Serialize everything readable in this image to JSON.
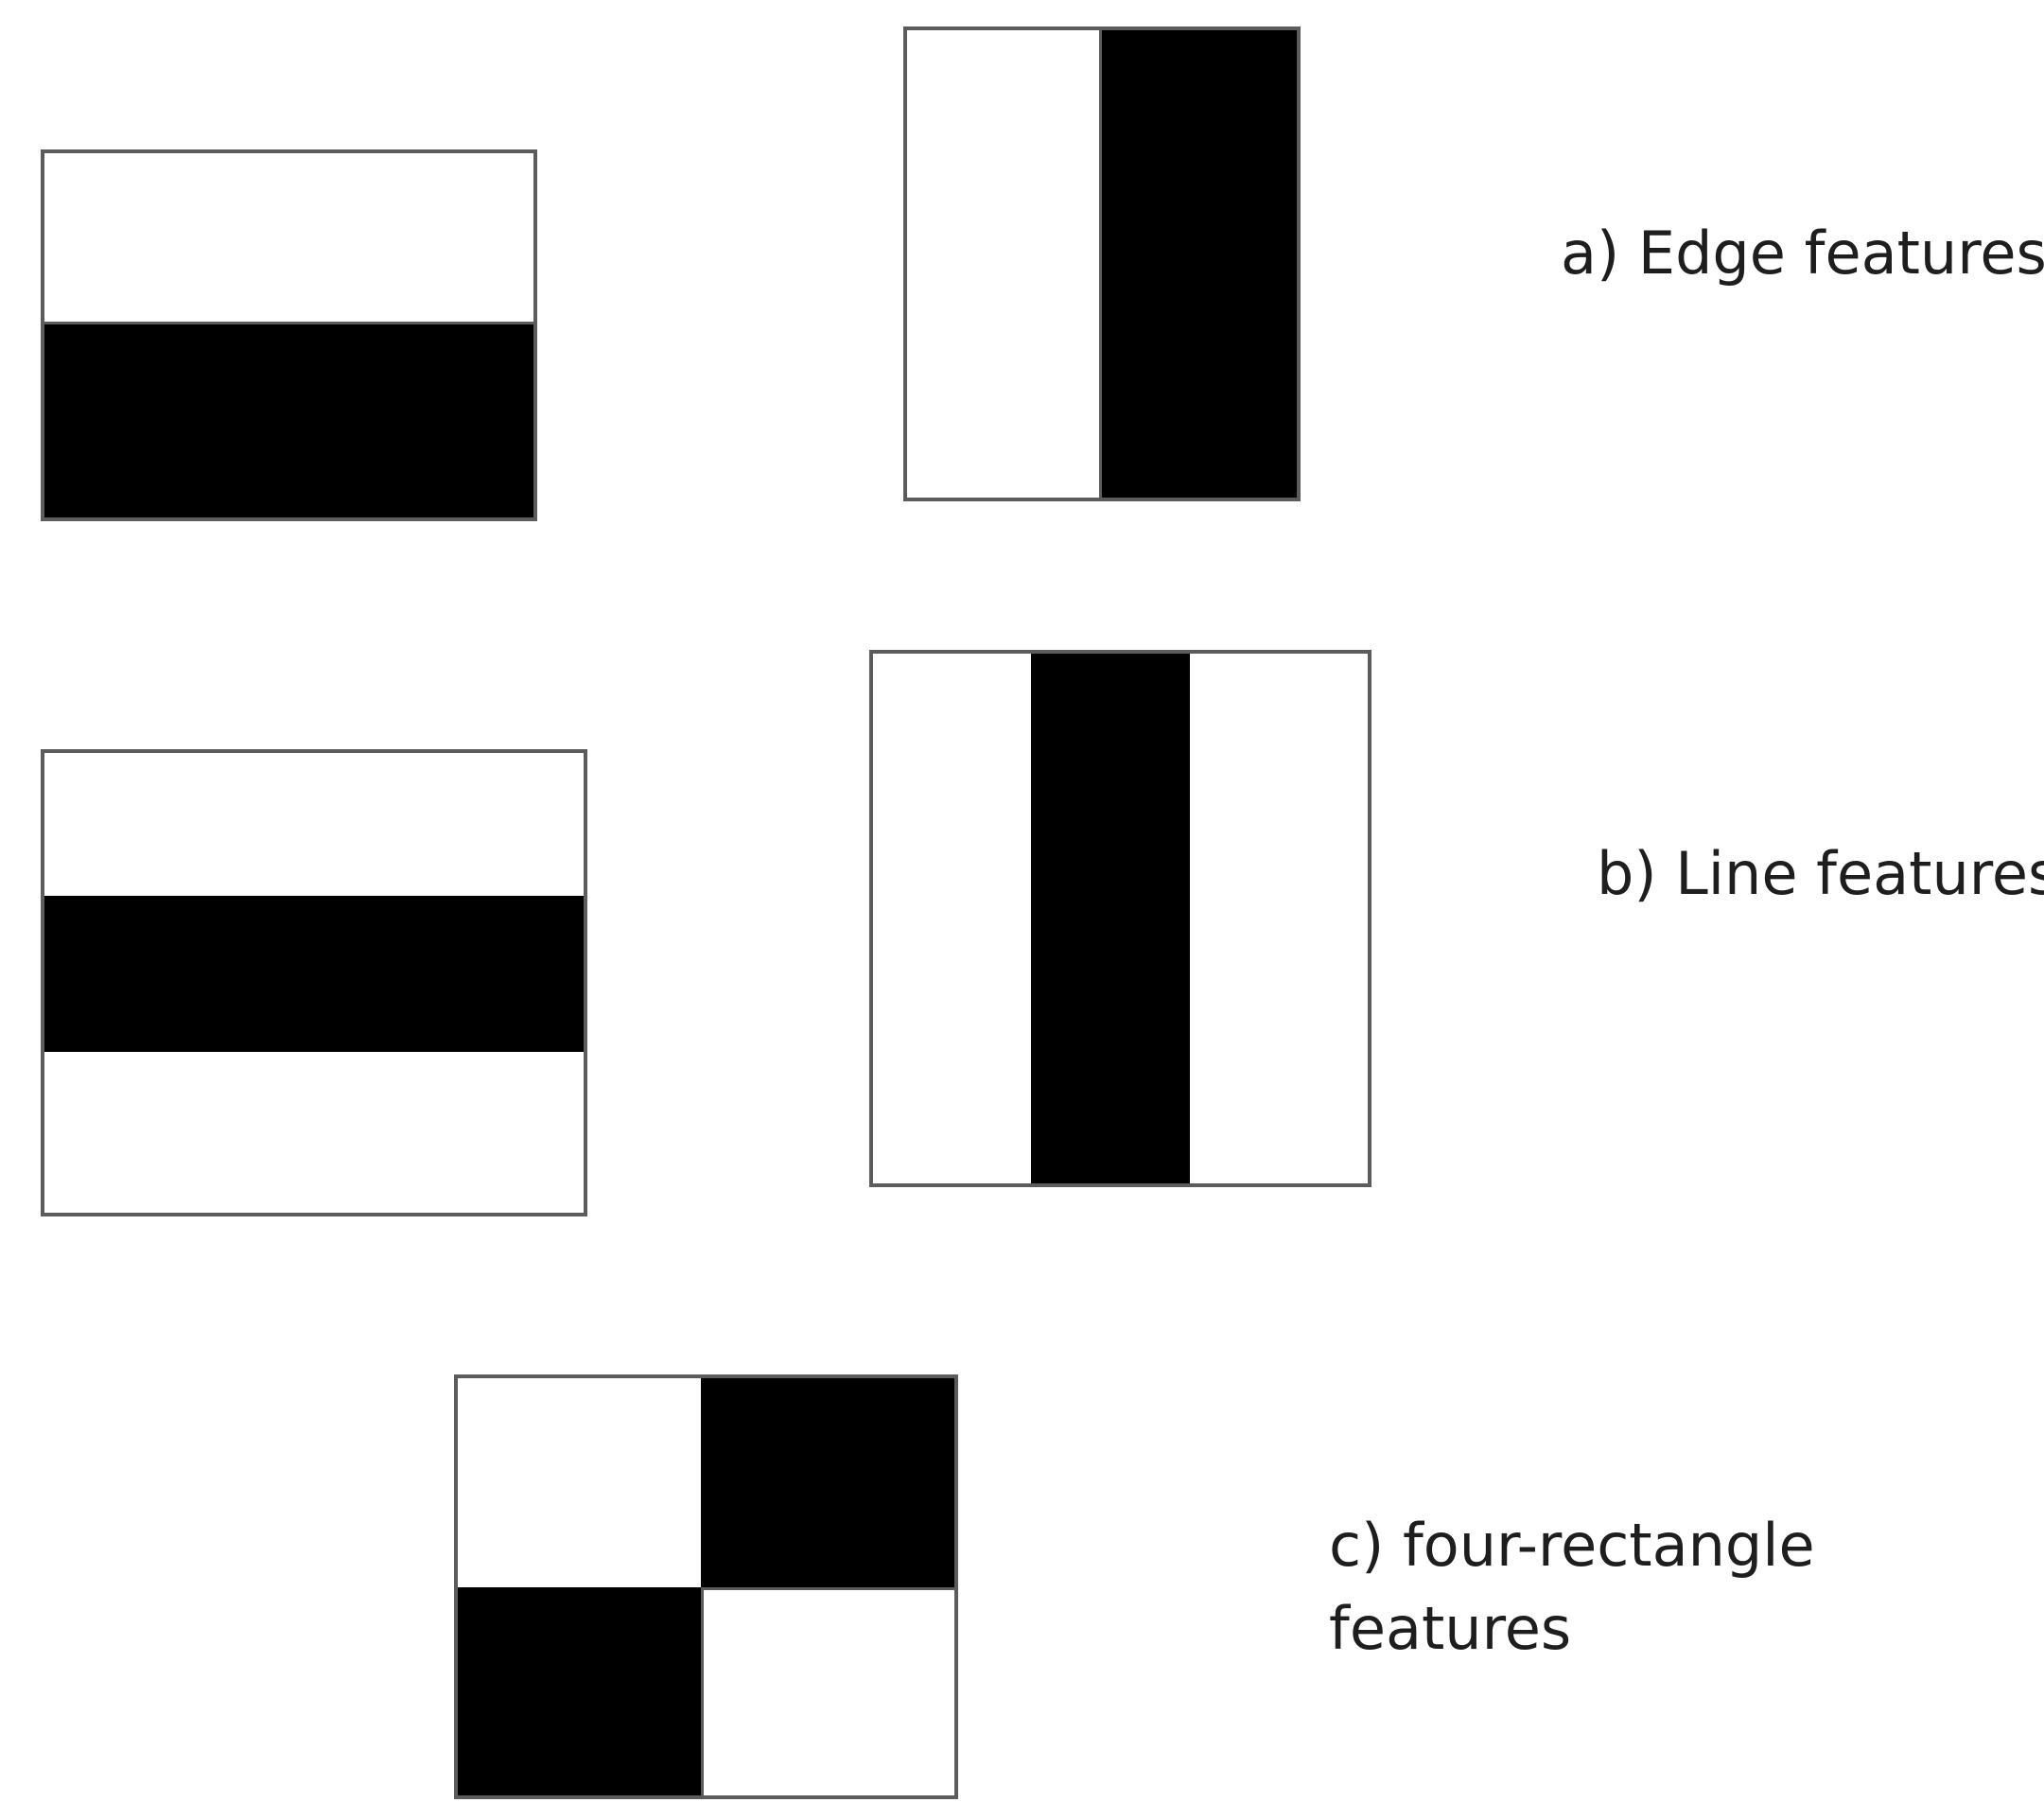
{
  "labels": {
    "edge": "a) Edge features",
    "line": "b) Line features",
    "four_line1": "c) four-rectangle",
    "four_line2": "features"
  },
  "colors": {
    "dark": "#000000",
    "light": "#ffffff",
    "border": "#5c5c5c",
    "text": "#1e1e1e"
  }
}
